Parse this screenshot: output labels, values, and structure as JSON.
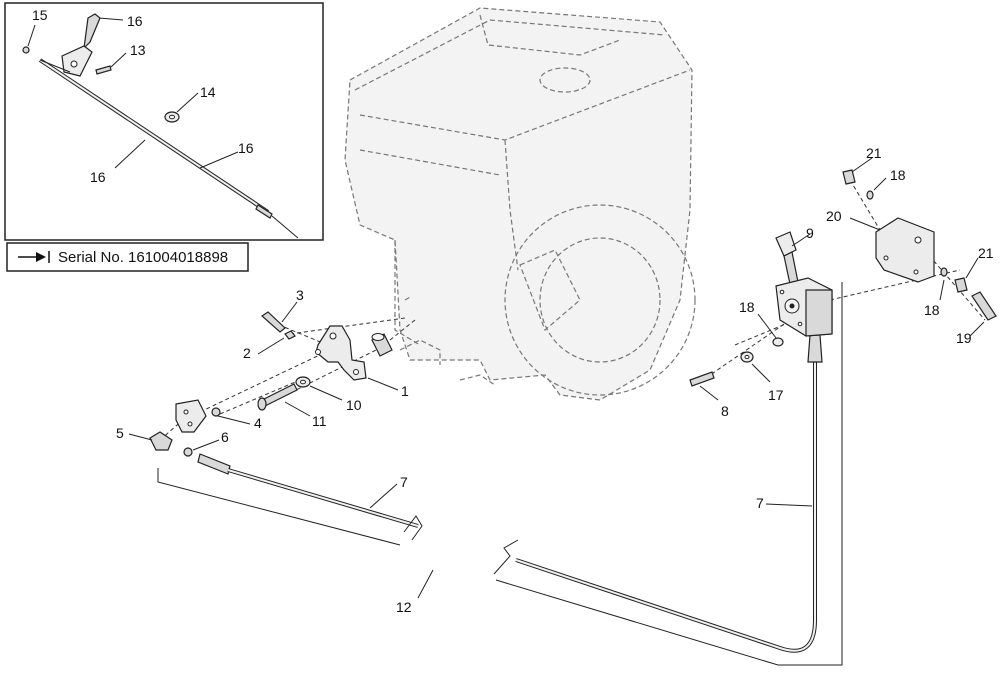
{
  "inset": {
    "serial_label": "Serial No. 161004018898",
    "callouts": {
      "c15": "15",
      "c16a": "16",
      "c13": "13",
      "c14": "14",
      "c16b": "16",
      "c16c": "16"
    }
  },
  "callouts": {
    "c1": "1",
    "c2": "2",
    "c3": "3",
    "c4": "4",
    "c5": "5",
    "c6": "6",
    "c7a": "7",
    "c7b": "7",
    "c8": "8",
    "c9": "9",
    "c10": "10",
    "c11": "11",
    "c12": "12",
    "c17": "17",
    "c18a": "18",
    "c18b": "18",
    "c18c": "18",
    "c19": "19",
    "c20": "20",
    "c21a": "21",
    "c21b": "21"
  }
}
